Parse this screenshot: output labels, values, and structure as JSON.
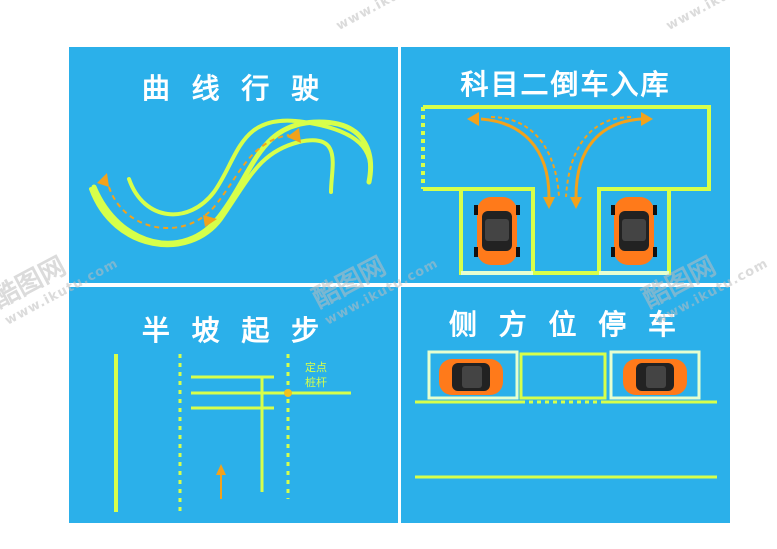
{
  "panels": {
    "curve": {
      "title": "曲 线 行 驶"
    },
    "reverse": {
      "title": "科目二倒车入库"
    },
    "slope": {
      "title": "半 坡 起 步",
      "marker_label_1": "定点",
      "marker_label_2": "桩杆"
    },
    "side": {
      "title": "侧 方 位 停 车"
    }
  },
  "watermark": {
    "mark": "酷图网",
    "url": "www.ikutu.com"
  },
  "colors": {
    "panel_bg": "#2bb0ea",
    "line": "#d7ff4a",
    "arrow": "#f2a21c",
    "car_body": "#ff7a1a"
  }
}
